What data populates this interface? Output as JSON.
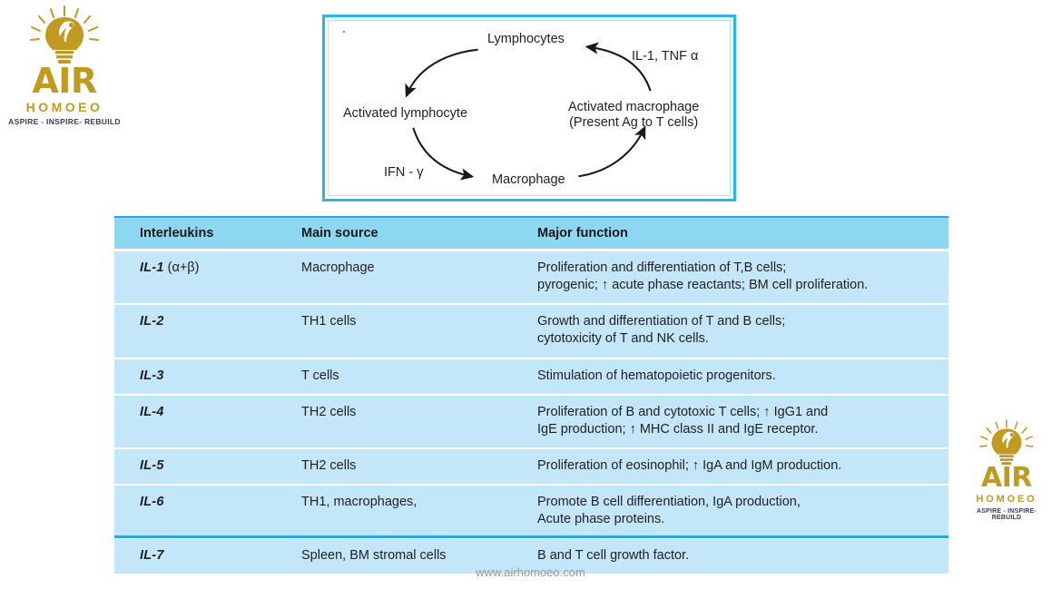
{
  "logo": {
    "brand": "AIR",
    "sub_brand": "HOMOEO",
    "tagline": "ASPIRE - INSPIRE- REBUILD",
    "gold": "#c19a21",
    "tagline_color": "#3b3b52"
  },
  "diagram": {
    "border_color": "#2bb5ef",
    "inner_border_color": "#aee2f7",
    "nodes": {
      "lymphocytes": "Lymphocytes",
      "activated_lymphocyte": "Activated lymphocyte",
      "macrophage": "Macrophage",
      "activated_macrophage_line1": "Activated macrophage",
      "activated_macrophage_line2": "(Present Ag to T cells)"
    },
    "edge_labels": {
      "il1_tnf": "IL-1, TNF α",
      "ifn_gamma": "IFN - γ"
    }
  },
  "table": {
    "header_bg": "#8ed7f0",
    "row_bg": "#c3e6f8",
    "rule_color": "#29a8dc",
    "columns": [
      "Interleukins",
      "Main source",
      "Major function"
    ],
    "rows": [
      {
        "il": "IL-1",
        "il_suffix": " (α+β)",
        "source": "Macrophage",
        "function_lines": [
          "Proliferation and differentiation of T,B cells;",
          "pyrogenic; ↑ acute phase reactants; BM cell proliferation."
        ]
      },
      {
        "il": "IL-2",
        "il_suffix": "",
        "source": "TH1 cells",
        "function_lines": [
          "Growth and differentiation of T and B cells;",
          "cytotoxicity of T and NK cells."
        ]
      },
      {
        "il": "IL-3",
        "il_suffix": "",
        "source": "T cells",
        "function_lines": [
          "Stimulation of hematopoietic progenitors."
        ]
      },
      {
        "il": "IL-4",
        "il_suffix": "",
        "source": "TH2 cells",
        "function_lines": [
          "Proliferation of B and cytotoxic T cells; ↑ IgG1 and",
          "IgE production; ↑ MHC class II and IgE receptor."
        ]
      },
      {
        "il": "IL-5",
        "il_suffix": "",
        "source": "TH2 cells",
        "function_lines": [
          "Proliferation of eosinophil; ↑ IgA and IgM production."
        ]
      },
      {
        "il": "IL-6",
        "il_suffix": "",
        "source": "TH1, macrophages,",
        "function_lines": [
          "Promote B cell differentiation, IgA production,",
          "Acute phase proteins."
        ]
      },
      {
        "il": "IL-7",
        "il_suffix": "",
        "source": "Spleen, BM stromal cells",
        "function_lines": [
          "B and T cell growth factor."
        ]
      }
    ]
  },
  "footer": {
    "url": "www.airhomoeo.com"
  }
}
